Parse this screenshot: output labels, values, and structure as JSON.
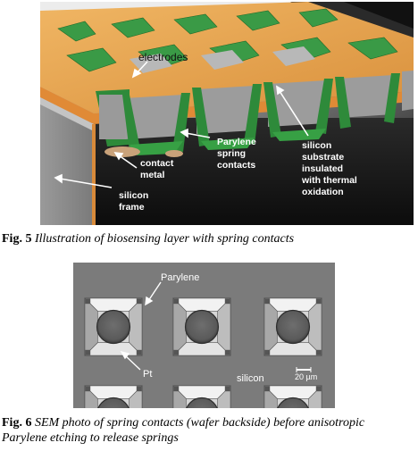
{
  "figure5": {
    "labels": {
      "electrodes": "electrodes",
      "parylene_1": "Parylene",
      "parylene_2": "spring",
      "parylene_3": "contacts",
      "contact_1": "contact",
      "contact_2": "metal",
      "frame_1": "silicon",
      "frame_2": "frame",
      "sub_1": "silicon",
      "sub_2": "substrate",
      "sub_3": "insulated",
      "sub_4": "with thermal",
      "sub_5": "oxidation"
    },
    "caption_label": "Fig. 5",
    "caption_text": "Illustration of biosensing layer with spring contacts"
  },
  "figure6": {
    "labels": {
      "parylene": "Parylene",
      "pt": "Pt",
      "silicon": "silicon",
      "scale": "20 µm"
    },
    "caption_label": "Fig. 6",
    "caption_line1": "SEM photo of spring contacts (wafer backside) before anisotropic",
    "caption_line2": "Parylene etching to release springs"
  },
  "colors": {
    "electrode_orange": "#e8a24a",
    "parylene_green": "#2f8a3a",
    "substrate_gray": "#a9a9a9",
    "background_dark": "#1e1e1e"
  }
}
